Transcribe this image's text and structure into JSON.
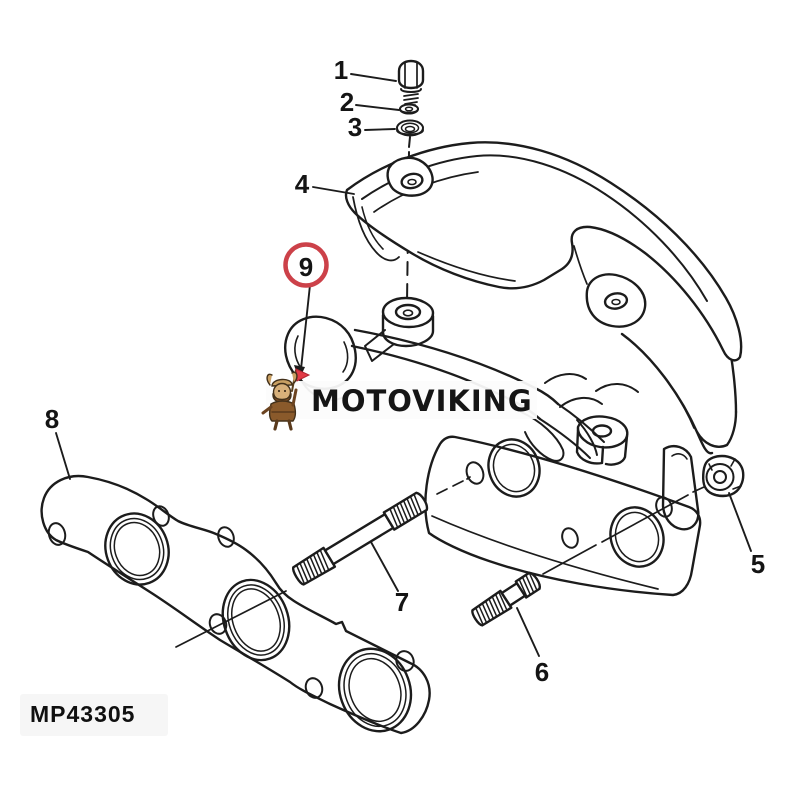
{
  "diagram": {
    "background_color": "#ffffff",
    "line_color": "#1c1c1c",
    "callout_highlight_color": "#cc4149",
    "part_number_label": "MP43305",
    "watermark": {
      "brand_text": "MOTOVIKING",
      "mascot_icon": "viking-mascot-icon",
      "flag_color": "#e23a46"
    },
    "callouts": [
      {
        "id": "1"
      },
      {
        "id": "2"
      },
      {
        "id": "3"
      },
      {
        "id": "4"
      },
      {
        "id": "5"
      },
      {
        "id": "6"
      },
      {
        "id": "7"
      },
      {
        "id": "8"
      },
      {
        "id": "9",
        "highlighted": true
      }
    ]
  }
}
